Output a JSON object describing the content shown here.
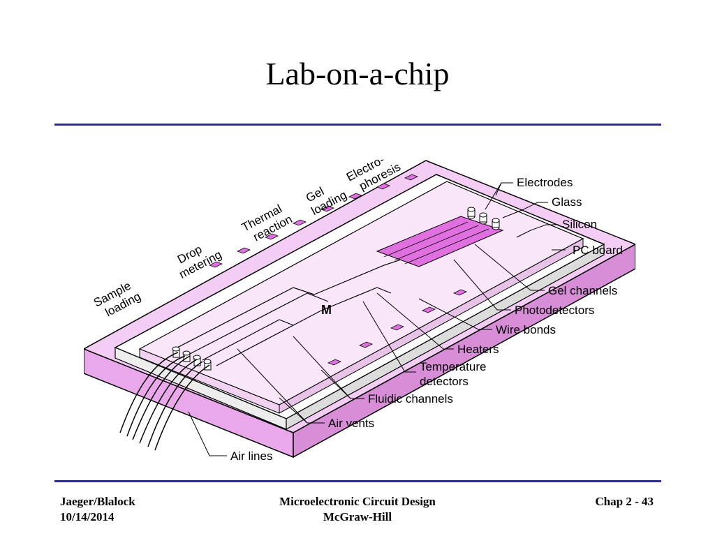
{
  "slide": {
    "title": "Lab-on-a-chip"
  },
  "diagram": {
    "stage_labels": [
      "Sample loading",
      "Drop metering",
      "Thermal reaction",
      "Gel loading",
      "Electro-phoresis"
    ],
    "stage_lines": {
      "sample": [
        "Sample",
        "loading"
      ],
      "drop": [
        "Drop",
        "metering"
      ],
      "thermal": [
        "Thermal",
        "reaction"
      ],
      "gel": [
        "Gel",
        "loading"
      ],
      "electro": [
        "Electro-",
        "phoresis"
      ]
    },
    "callouts": {
      "electrodes": "Electrodes",
      "glass": "Glass",
      "silicon": "Silicon",
      "pc_board": "PC board",
      "gel_channels": "Gel channels",
      "photodetectors": "Photodetectors",
      "wire_bonds": "Wire bonds",
      "heaters": "Heaters",
      "temperature_detectors": [
        "Temperature",
        "detectors"
      ],
      "fluidic_channels": "Fluidic channels",
      "air_vents": "Air vents",
      "air_lines": "Air lines"
    },
    "chip_mark": "M",
    "colors": {
      "pad": "#e070e0",
      "pc_board": "#f4cdf4",
      "glass": "#f9e6f9",
      "line": "#000000"
    }
  },
  "footer": {
    "left": [
      "Jaeger/Blalock",
      "10/14/2014"
    ],
    "center": [
      "Microelectronic Circuit Design",
      "McGraw-Hill"
    ],
    "right": "Chap 2 - 43"
  }
}
